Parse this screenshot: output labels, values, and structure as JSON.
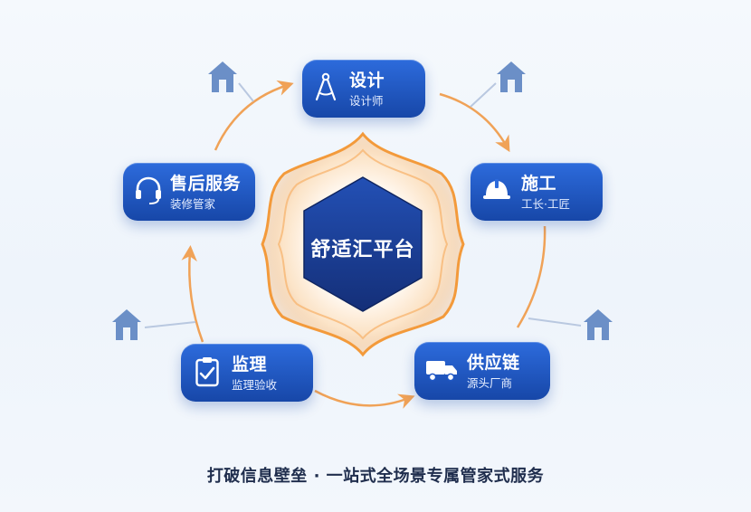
{
  "center": {
    "title": "舒适汇平台"
  },
  "nodes": {
    "design": {
      "title": "设计",
      "subtitle": "设计师",
      "icon": "compass-icon"
    },
    "construction": {
      "title": "施工",
      "subtitle": "工长·工匠",
      "icon": "hard-hat-icon"
    },
    "supply": {
      "title": "供应链",
      "subtitle": "源头厂商",
      "icon": "truck-icon"
    },
    "supervision": {
      "title": "监理",
      "subtitle": "监理验收",
      "icon": "clipboard-check-icon"
    },
    "aftersales": {
      "title": "售后服务",
      "subtitle": "装修管家",
      "icon": "headset-icon"
    }
  },
  "tagline": "打破信息壁垒 · 一站式全场景专属管家式服务",
  "colors": {
    "node_top": "#2d6bdc",
    "node_bottom": "#1747a8",
    "hexagon": "#1c3f94",
    "glow": "#f39a3b",
    "arrow": "#f0a257",
    "house": "#6b8fc7"
  }
}
